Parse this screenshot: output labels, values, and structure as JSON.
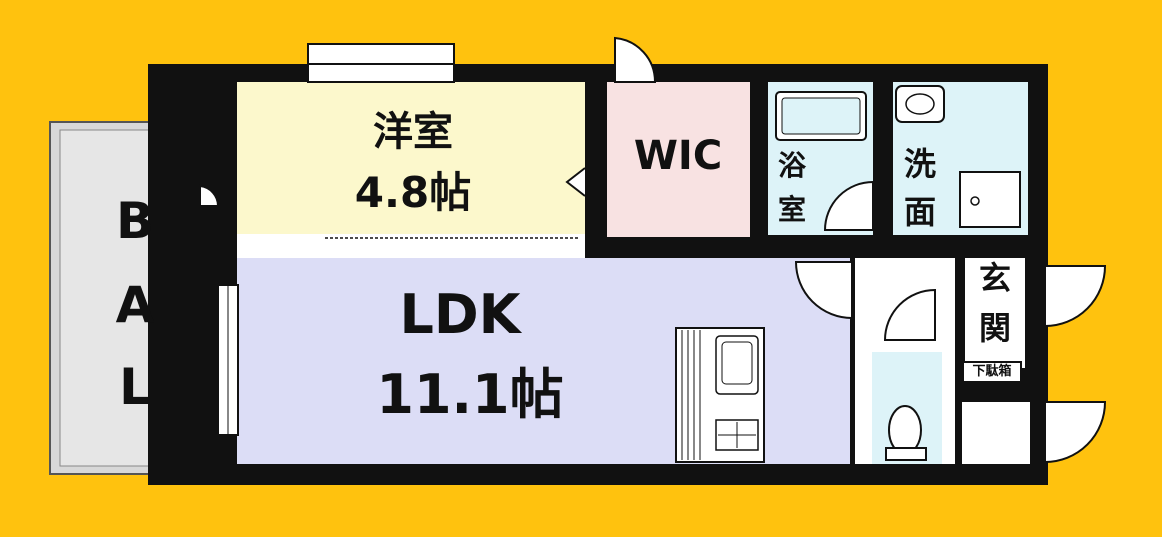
{
  "colors": {
    "background": "#FFC20E",
    "wall": "#111111",
    "western_room": "#FCF8CC",
    "wic": "#F8E2E2",
    "ldk": "#DCDDF6",
    "bath": "#DDF3F8",
    "washroom": "#DDF3F8",
    "toilet": "#DDF3F8",
    "balcony": "#D8D8D8"
  },
  "rooms": {
    "western_room": {
      "name": "洋室",
      "size": "4.8帖"
    },
    "wic": {
      "name": "WIC"
    },
    "bath": {
      "line1": "浴",
      "line2": "室"
    },
    "washroom": {
      "line1": "洗",
      "line2": "面"
    },
    "ldk": {
      "name": "LDK",
      "size": "11.1帖"
    },
    "entrance": {
      "line1": "玄",
      "line2": "関"
    },
    "shoe_box": {
      "label": "下駄箱"
    },
    "balcony": {
      "line1": "B",
      "line2": "A",
      "line3": "L"
    }
  }
}
